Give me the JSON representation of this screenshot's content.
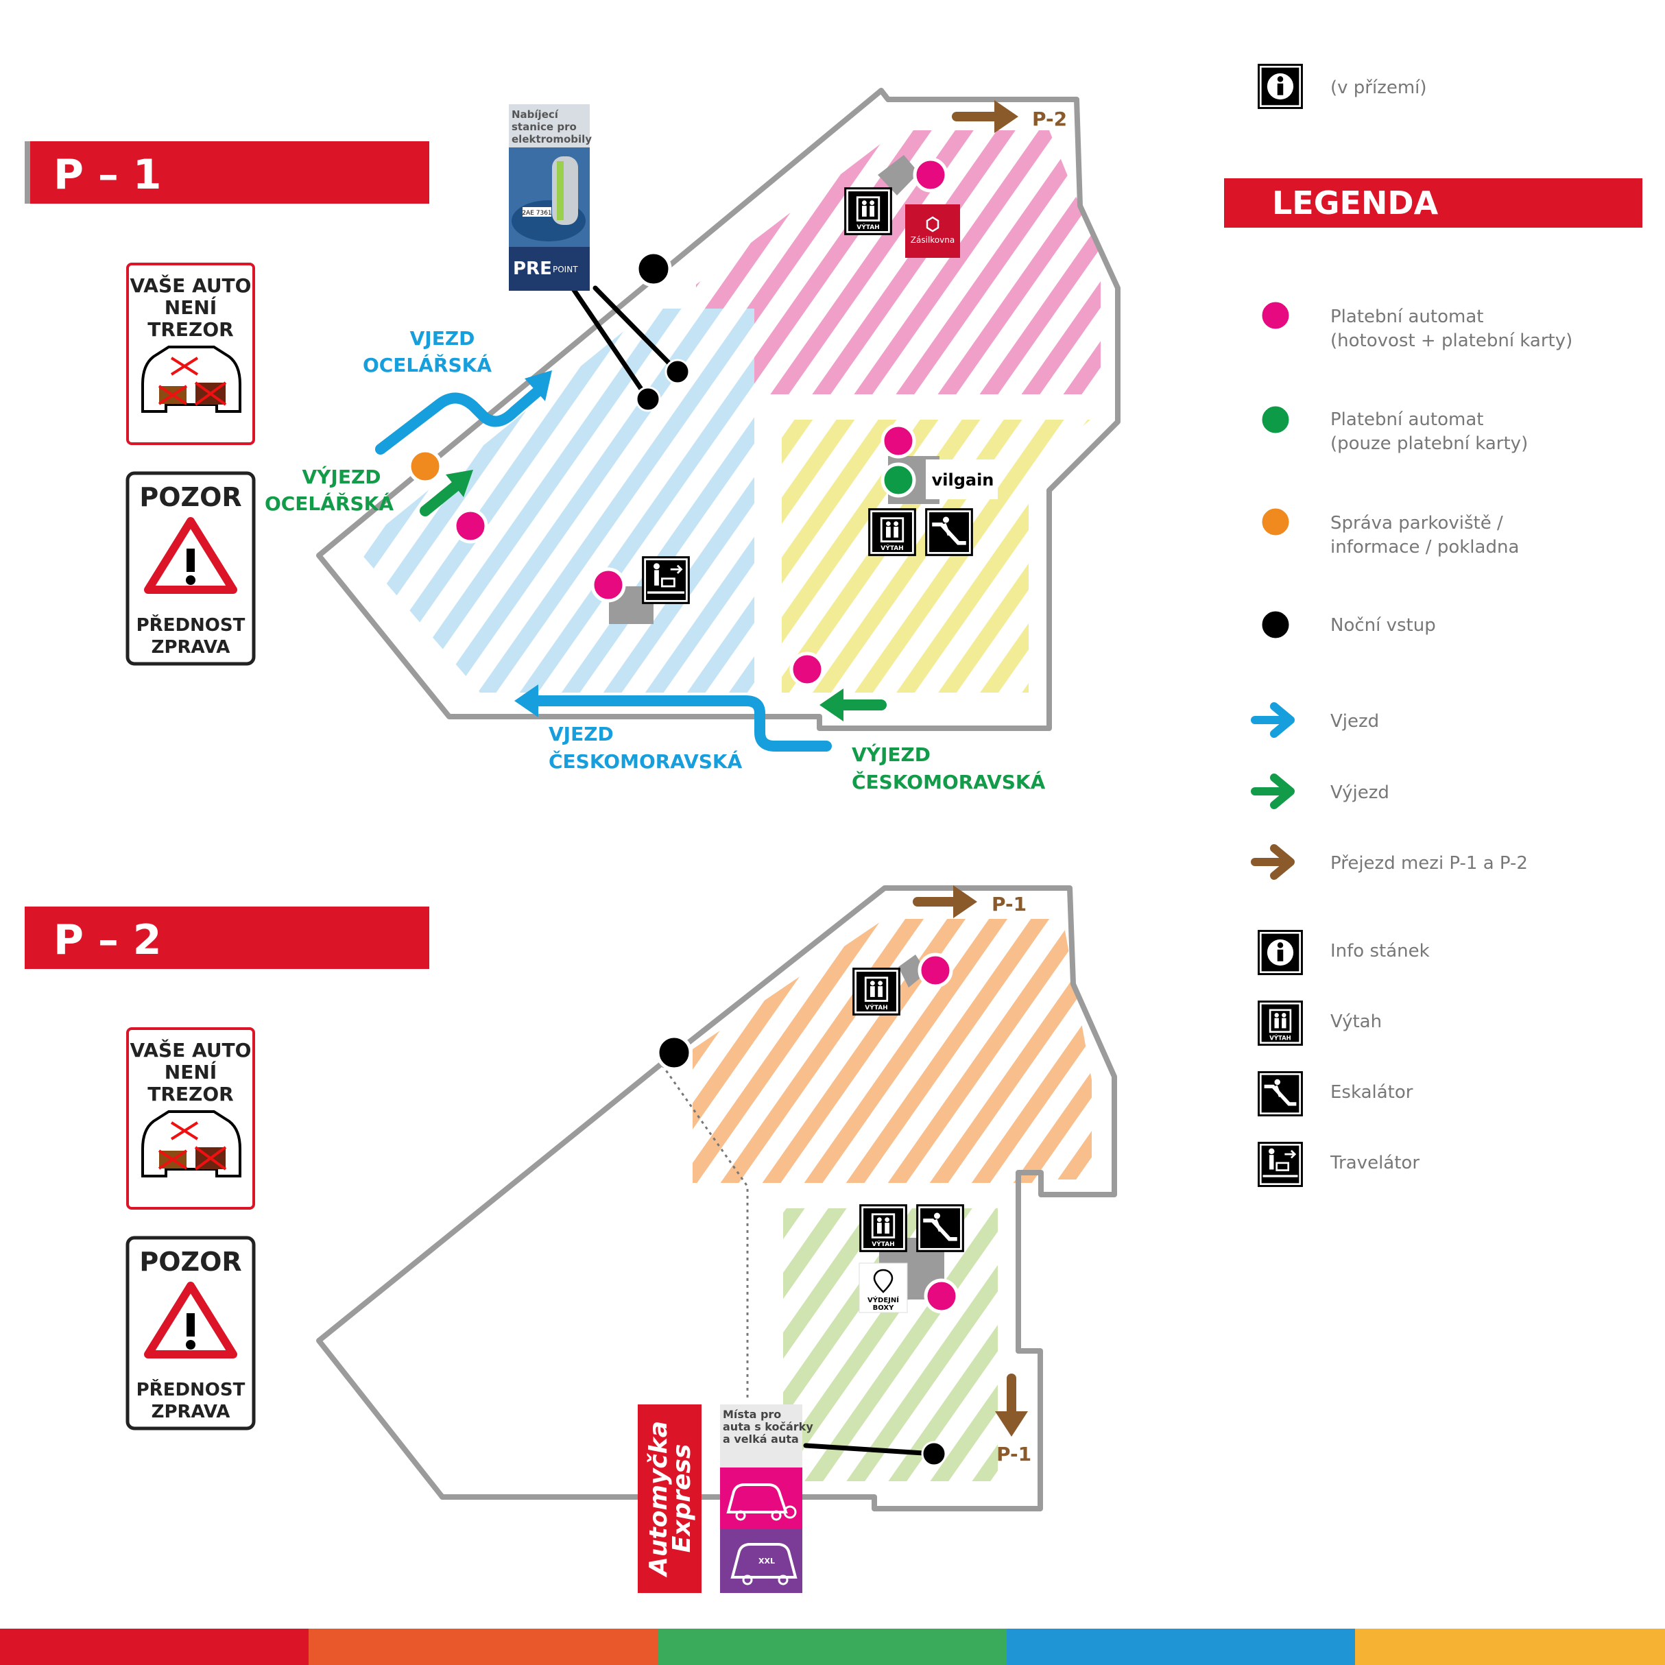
{
  "levels": {
    "p1": {
      "title": "P – 1"
    },
    "p2": {
      "title": "P – 2"
    }
  },
  "signs": {
    "safe": {
      "line1": "VAŠE AUTO",
      "line2": "NENÍ",
      "line3": "TREZOR"
    },
    "warn": {
      "title": "POZOR",
      "line1": "PŘEDNOST",
      "line2": "ZPRAVA"
    }
  },
  "map_labels": {
    "p2_link": "P-2",
    "p1_link": "P-1",
    "p1_link_lower": "P-1",
    "vjezd_ocelarska": [
      "VJEZD",
      "OCELÁŘSKÁ"
    ],
    "vyjezd_ocelarska": [
      "VÝJEZD",
      "OCELÁŘSKÁ"
    ],
    "vjezd_ceskomoravska": [
      "VJEZD",
      "ČESKOMORAVSKÁ"
    ],
    "vyjezd_ceskomoravska": [
      "VÝJEZD",
      "ČESKOMORAVSKÁ"
    ],
    "vilgain": "vilgain",
    "zasilkovna": "Zásilkovna",
    "vytah": "VÝTAH",
    "vydejni_boxy": [
      "VÝDEJNÍ",
      "BOXY"
    ]
  },
  "ev_ad": {
    "text": [
      "Nabíjecí",
      "stanice pro",
      "elektromobily"
    ],
    "brand": "PRE",
    "brand_sub": "POINT",
    "plate": "2AE 7361"
  },
  "big_cars_ad": {
    "text": [
      "Místa pro",
      "auta s kočárky",
      "a velká auta"
    ],
    "badge": "XXL"
  },
  "automycka": {
    "line1": "Automyčka",
    "line2": "Express"
  },
  "legend": {
    "title": "LEGENDA",
    "info_note": "(v přízemí)",
    "items": [
      {
        "label": [
          "Platební automat",
          "(hotovost + platební karty)"
        ],
        "color": "#e6097f"
      },
      {
        "label": [
          "Platební automat",
          "(pouze platební karty)"
        ],
        "color": "#0e9b48"
      },
      {
        "label": [
          "Správa parkoviště /",
          "informace / pokladna"
        ],
        "color": "#f08a1e"
      },
      {
        "label": [
          "Noční vstup"
        ],
        "color": "#000000"
      },
      {
        "label": [
          "Vjezd"
        ],
        "color": "#169fdc"
      },
      {
        "label": [
          "Výjezd"
        ],
        "color": "#129b48"
      },
      {
        "label": [
          "Přejezd mezi P-1 a P-2"
        ],
        "color": "#8a5a2b"
      },
      {
        "label": [
          "Info stánek"
        ],
        "icon": "info-icon"
      },
      {
        "label": [
          "Výtah"
        ],
        "icon": "elevator-icon"
      },
      {
        "label": [
          "Eskalátor"
        ],
        "icon": "escalator-icon"
      },
      {
        "label": [
          "Travelátor"
        ],
        "icon": "travelator-icon"
      }
    ]
  },
  "colors": {
    "red": "#dc1428",
    "pink_zone": "#f0a0c8",
    "blue_zone": "#bfe3f7",
    "yellow_zone": "#f3ec96",
    "orange_zone": "#f8be8c",
    "green_zone": "#cfe4b0",
    "outline": "#9b9b9b",
    "bottom_bar": [
      "#dc1428",
      "#e8582a",
      "#3aaa5b",
      "#1f95d6",
      "#f6b232"
    ]
  }
}
